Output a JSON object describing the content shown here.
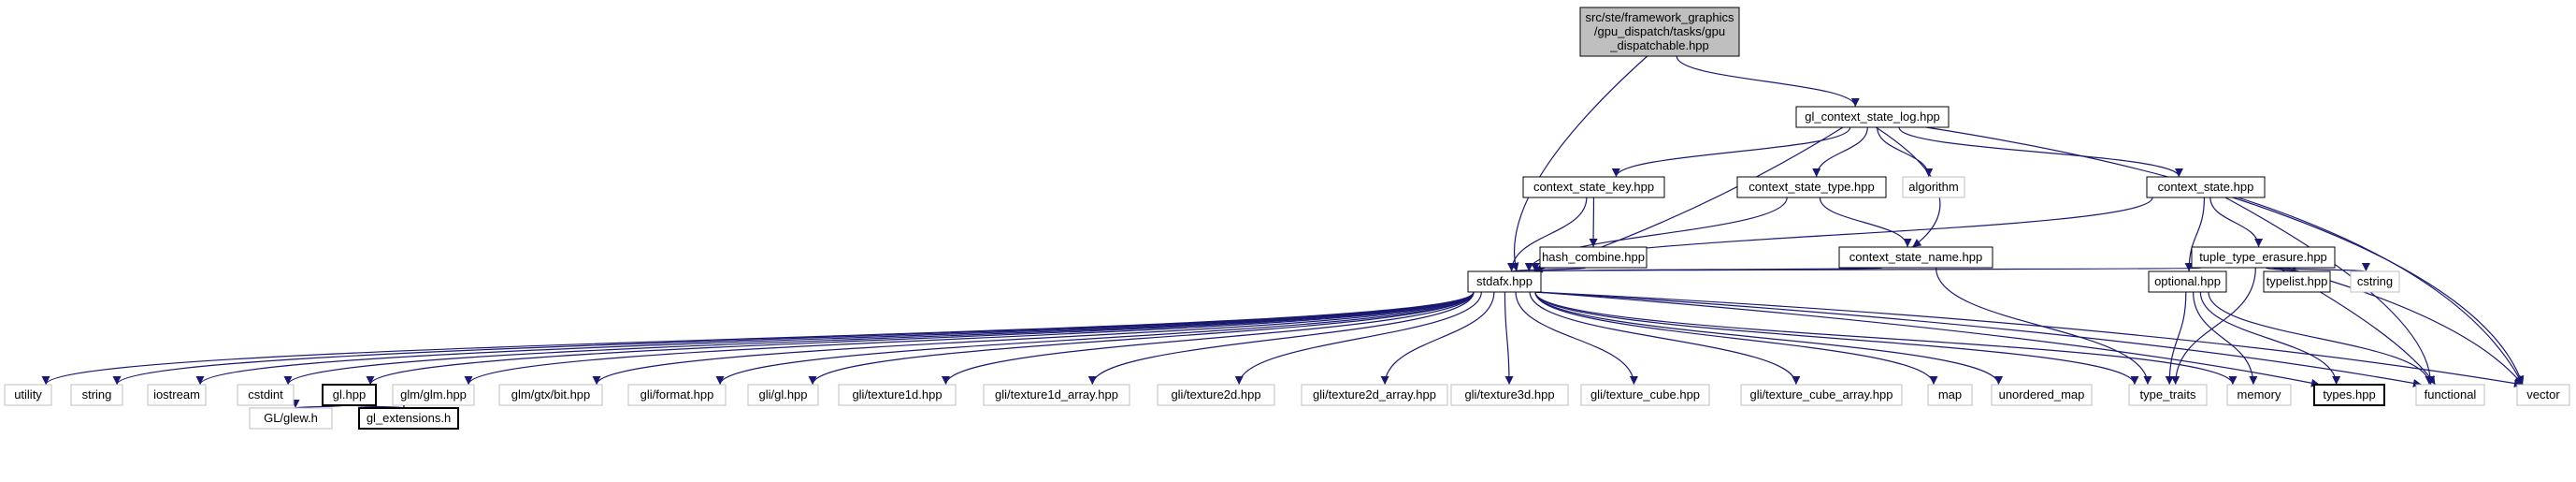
{
  "diagram": {
    "colors": {
      "edge": "#191970",
      "root_fill": "#bfbfbf",
      "node_fill": "#ffffff",
      "doc_border": "#000000",
      "ext_border": "#bfbfbf",
      "text": "#000000"
    },
    "nodes": [
      {
        "id": "root",
        "lines": [
          "src/ste/framework_graphics",
          "/gpu_dispatch/tasks/gpu",
          "_dispatchable.hpp"
        ],
        "kind": "root"
      },
      {
        "id": "gcsl",
        "lines": [
          "gl_context_state_log.hpp"
        ],
        "kind": "doc"
      },
      {
        "id": "csk",
        "lines": [
          "context_state_key.hpp"
        ],
        "kind": "doc"
      },
      {
        "id": "cst",
        "lines": [
          "context_state_type.hpp"
        ],
        "kind": "doc"
      },
      {
        "id": "algo",
        "lines": [
          "algorithm"
        ],
        "kind": "ext"
      },
      {
        "id": "cs",
        "lines": [
          "context_state.hpp"
        ],
        "kind": "doc"
      },
      {
        "id": "hc",
        "lines": [
          "hash_combine.hpp"
        ],
        "kind": "doc"
      },
      {
        "id": "csn",
        "lines": [
          "context_state_name.hpp"
        ],
        "kind": "doc"
      },
      {
        "id": "tte",
        "lines": [
          "tuple_type_erasure.hpp"
        ],
        "kind": "doc"
      },
      {
        "id": "stdafx",
        "lines": [
          "stdafx.hpp"
        ],
        "kind": "doc"
      },
      {
        "id": "opt",
        "lines": [
          "optional.hpp"
        ],
        "kind": "doc"
      },
      {
        "id": "typelist",
        "lines": [
          "typelist.hpp"
        ],
        "kind": "doc"
      },
      {
        "id": "cstring",
        "lines": [
          "cstring"
        ],
        "kind": "ext"
      },
      {
        "id": "utility",
        "lines": [
          "utility"
        ],
        "kind": "ext"
      },
      {
        "id": "string",
        "lines": [
          "string"
        ],
        "kind": "ext"
      },
      {
        "id": "iostream",
        "lines": [
          "iostream"
        ],
        "kind": "ext"
      },
      {
        "id": "cstdint",
        "lines": [
          "cstdint"
        ],
        "kind": "ext"
      },
      {
        "id": "glhpp",
        "lines": [
          "gl.hpp"
        ],
        "kind": "doc"
      },
      {
        "id": "glm",
        "lines": [
          "glm/glm.hpp"
        ],
        "kind": "ext"
      },
      {
        "id": "gtxbit",
        "lines": [
          "glm/gtx/bit.hpp"
        ],
        "kind": "ext"
      },
      {
        "id": "format",
        "lines": [
          "gli/format.hpp"
        ],
        "kind": "ext"
      },
      {
        "id": "gligl",
        "lines": [
          "gli/gl.hpp"
        ],
        "kind": "ext"
      },
      {
        "id": "tex1d",
        "lines": [
          "gli/texture1d.hpp"
        ],
        "kind": "ext"
      },
      {
        "id": "tex1da",
        "lines": [
          "gli/texture1d_array.hpp"
        ],
        "kind": "ext"
      },
      {
        "id": "tex2d",
        "lines": [
          "gli/texture2d.hpp"
        ],
        "kind": "ext"
      },
      {
        "id": "tex2da",
        "lines": [
          "gli/texture2d_array.hpp"
        ],
        "kind": "ext"
      },
      {
        "id": "tex3d",
        "lines": [
          "gli/texture3d.hpp"
        ],
        "kind": "ext"
      },
      {
        "id": "texcube",
        "lines": [
          "gli/texture_cube.hpp"
        ],
        "kind": "ext"
      },
      {
        "id": "texcubea",
        "lines": [
          "gli/texture_cube_array.hpp"
        ],
        "kind": "ext"
      },
      {
        "id": "map",
        "lines": [
          "map"
        ],
        "kind": "ext"
      },
      {
        "id": "umap",
        "lines": [
          "unordered_map"
        ],
        "kind": "ext"
      },
      {
        "id": "tt",
        "lines": [
          "type_traits"
        ],
        "kind": "ext"
      },
      {
        "id": "memory",
        "lines": [
          "memory"
        ],
        "kind": "ext"
      },
      {
        "id": "types",
        "lines": [
          "types.hpp"
        ],
        "kind": "doc"
      },
      {
        "id": "functional",
        "lines": [
          "functional"
        ],
        "kind": "ext"
      },
      {
        "id": "vector",
        "lines": [
          "vector"
        ],
        "kind": "ext"
      },
      {
        "id": "glew",
        "lines": [
          "GL/glew.h"
        ],
        "kind": "ext"
      },
      {
        "id": "glext",
        "lines": [
          "gl_extensions.h"
        ],
        "kind": "doc"
      }
    ],
    "edges": [
      [
        "root",
        "gcsl"
      ],
      [
        "root",
        "stdafx"
      ],
      [
        "gcsl",
        "csk"
      ],
      [
        "gcsl",
        "cst"
      ],
      [
        "gcsl",
        "algo"
      ],
      [
        "gcsl",
        "cs"
      ],
      [
        "gcsl",
        "csn"
      ],
      [
        "gcsl",
        "stdafx"
      ],
      [
        "gcsl",
        "vector"
      ],
      [
        "csk",
        "hc"
      ],
      [
        "csk",
        "stdafx"
      ],
      [
        "hc",
        "stdafx"
      ],
      [
        "cst",
        "csn"
      ],
      [
        "cst",
        "stdafx"
      ],
      [
        "csn",
        "stdafx"
      ],
      [
        "csn",
        "tt"
      ],
      [
        "cs",
        "tte"
      ],
      [
        "cs",
        "opt"
      ],
      [
        "cs",
        "stdafx"
      ],
      [
        "cs",
        "functional"
      ],
      [
        "cs",
        "vector"
      ],
      [
        "tte",
        "stdafx"
      ],
      [
        "tte",
        "typelist"
      ],
      [
        "tte",
        "cstring"
      ],
      [
        "tte",
        "tt"
      ],
      [
        "tte",
        "functional"
      ],
      [
        "tte",
        "vector"
      ],
      [
        "opt",
        "tt"
      ],
      [
        "opt",
        "memory"
      ],
      [
        "opt",
        "types"
      ],
      [
        "opt",
        "functional"
      ],
      [
        "stdafx",
        "utility"
      ],
      [
        "stdafx",
        "string"
      ],
      [
        "stdafx",
        "iostream"
      ],
      [
        "stdafx",
        "cstdint"
      ],
      [
        "stdafx",
        "glhpp"
      ],
      [
        "stdafx",
        "glm"
      ],
      [
        "stdafx",
        "gtxbit"
      ],
      [
        "stdafx",
        "format"
      ],
      [
        "stdafx",
        "gligl"
      ],
      [
        "stdafx",
        "tex1d"
      ],
      [
        "stdafx",
        "tex1da"
      ],
      [
        "stdafx",
        "tex2d"
      ],
      [
        "stdafx",
        "tex2da"
      ],
      [
        "stdafx",
        "tex3d"
      ],
      [
        "stdafx",
        "texcube"
      ],
      [
        "stdafx",
        "texcubea"
      ],
      [
        "stdafx",
        "map"
      ],
      [
        "stdafx",
        "umap"
      ],
      [
        "stdafx",
        "tt"
      ],
      [
        "stdafx",
        "memory"
      ],
      [
        "stdafx",
        "types"
      ],
      [
        "stdafx",
        "functional"
      ],
      [
        "stdafx",
        "vector"
      ],
      [
        "glhpp",
        "glew"
      ],
      [
        "glhpp",
        "glext"
      ]
    ]
  }
}
